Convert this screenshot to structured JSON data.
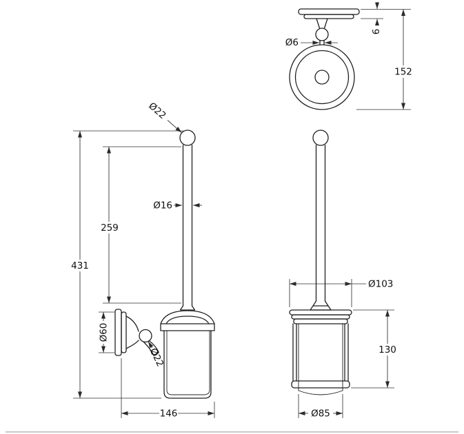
{
  "drawing": {
    "type": "technical-dimension-drawing",
    "subject": "wall-mounted toilet brush holder, three orthographic views",
    "colors": {
      "line": "#1f1f1f",
      "dimension_line": "#2b2b2b",
      "footer_divider": "#c8c8c8"
    }
  },
  "dimensions": {
    "top_view": {
      "spigot_diameter": "Ø6",
      "plate_thickness": "6",
      "overall_depth": "152"
    },
    "side_view": {
      "knob_diameter": "Ø22",
      "shaft_diameter": "Ø16",
      "shaft_length": "259",
      "overall_height": "431",
      "backplate_diameter": "Ø60",
      "ball_joint_diameter": "Ø22",
      "overall_projection": "146"
    },
    "front_view": {
      "holder_diameter": "Ø103",
      "holder_height": "130",
      "cup_diameter": "Ø85"
    }
  }
}
